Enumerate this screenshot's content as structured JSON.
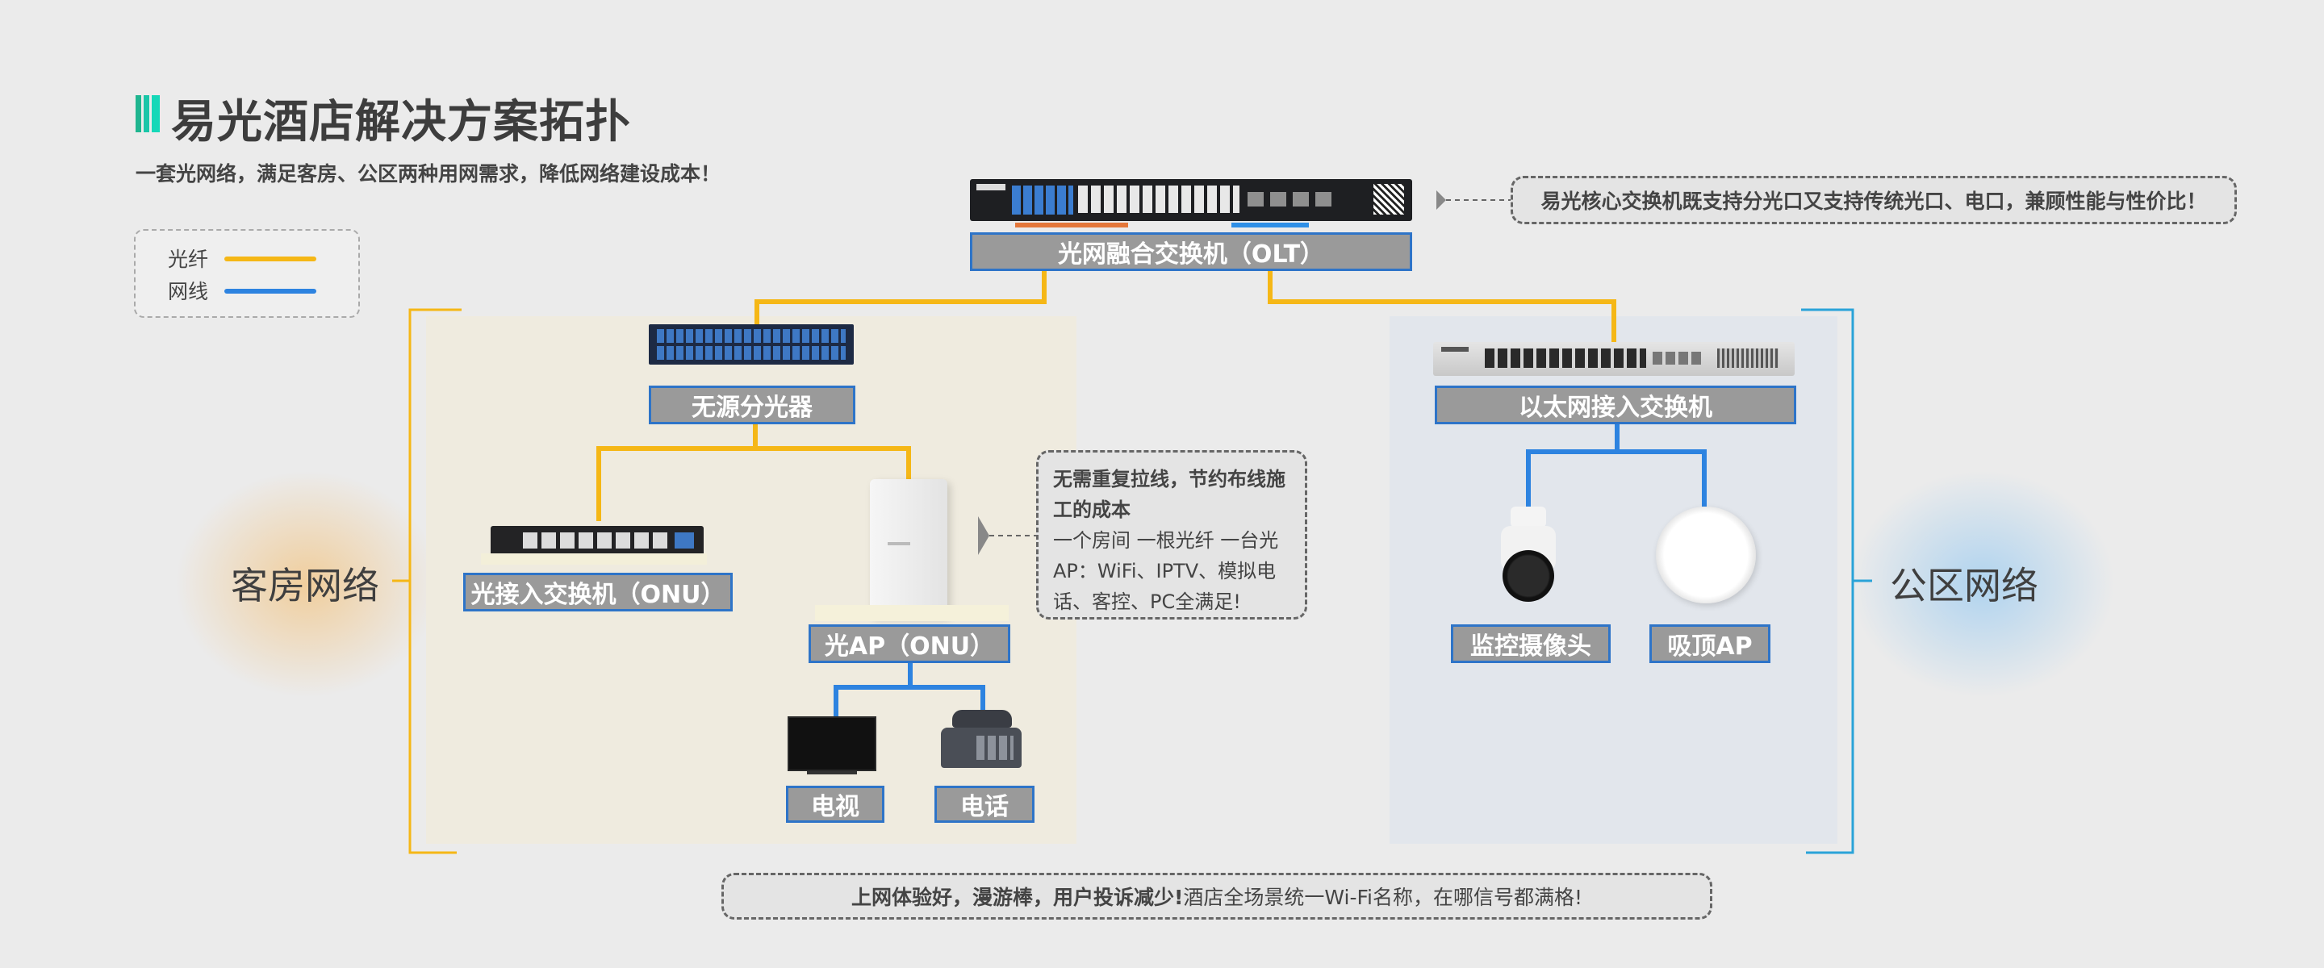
{
  "page": {
    "title": "易光酒店解决方案拓扑",
    "subtitle": "一套光网络，满足客房、公区两种用网需求，降低网络建设成本！"
  },
  "legend": {
    "items": [
      {
        "label": "光纤",
        "color": "#f5b716"
      },
      {
        "label": "网线",
        "color": "#2d83e0"
      }
    ]
  },
  "colors": {
    "fiber": "#f5b716",
    "ethernet": "#2d83e0",
    "label_bg": "#9a9a9a",
    "label_border": "#2e74c8",
    "title_accent_1": "#1fb58f",
    "title_accent_2": "#19c6a8"
  },
  "zones": {
    "guest": "客房网络",
    "public": "公区网络"
  },
  "devices": {
    "olt": "光网融合交换机（OLT）",
    "splitter": "无源分光器",
    "onu_switch": "光接入交换机（ONU）",
    "ap_onu": "光AP（ONU）",
    "tv": "电视",
    "phone": "电话",
    "eth_switch": "以太网接入交换机",
    "camera": "监控摄像头",
    "ceiling_ap": "吸顶AP"
  },
  "notes": {
    "olt_note": "易光核心交换机既支持分光口又支持传统光口、电口，兼顾性能与性价比！",
    "room_note_bold": "无需重复拉线，节约布线施工的成本",
    "room_note_text": "一个房间 一根光纤 一台光AP：WiFi、IPTV、模拟电话、客控、PC全满足!",
    "bottom_bold": "上网体验好，漫游棒，用户投诉减少!",
    "bottom_text": "酒店全场景统一Wi-Fi名称，在哪信号都满格!"
  }
}
